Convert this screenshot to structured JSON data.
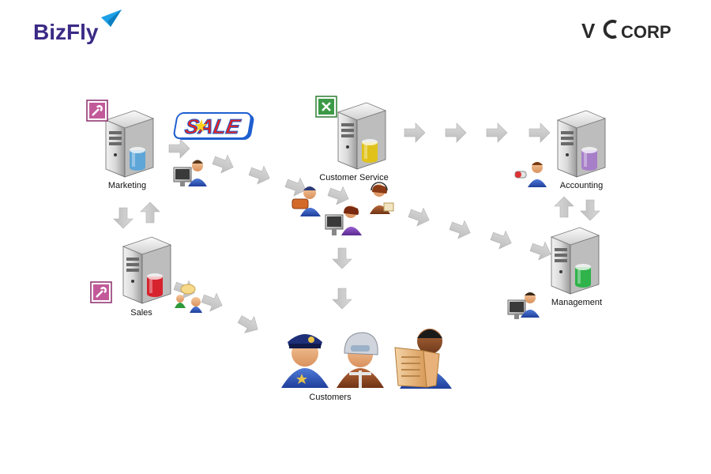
{
  "brand": {
    "left_logo_text": "BizFly",
    "right_logo_text_v": "V",
    "right_logo_text_rest": "CORP",
    "accent_purple": "#3b2a86",
    "accent_blue": "#1ea1e6"
  },
  "badges": {
    "sale_text": "SALE"
  },
  "nodes": [
    {
      "id": "marketing",
      "label": "Marketing",
      "db_color": "#5ea6d8"
    },
    {
      "id": "customer_service",
      "label": "Customer Service",
      "db_color": "#e0c21a"
    },
    {
      "id": "accounting",
      "label": "Accounting",
      "db_color": "#a77fc9"
    },
    {
      "id": "sales",
      "label": "Sales",
      "db_color": "#d6232e"
    },
    {
      "id": "management",
      "label": "Management",
      "db_color": "#2fb34a"
    },
    {
      "id": "customers",
      "label": "Customers"
    }
  ],
  "icons": {
    "access_icon": "access-app-icon",
    "excel_icon": "excel-app-icon",
    "arrow_color": "#c9c9c9"
  }
}
